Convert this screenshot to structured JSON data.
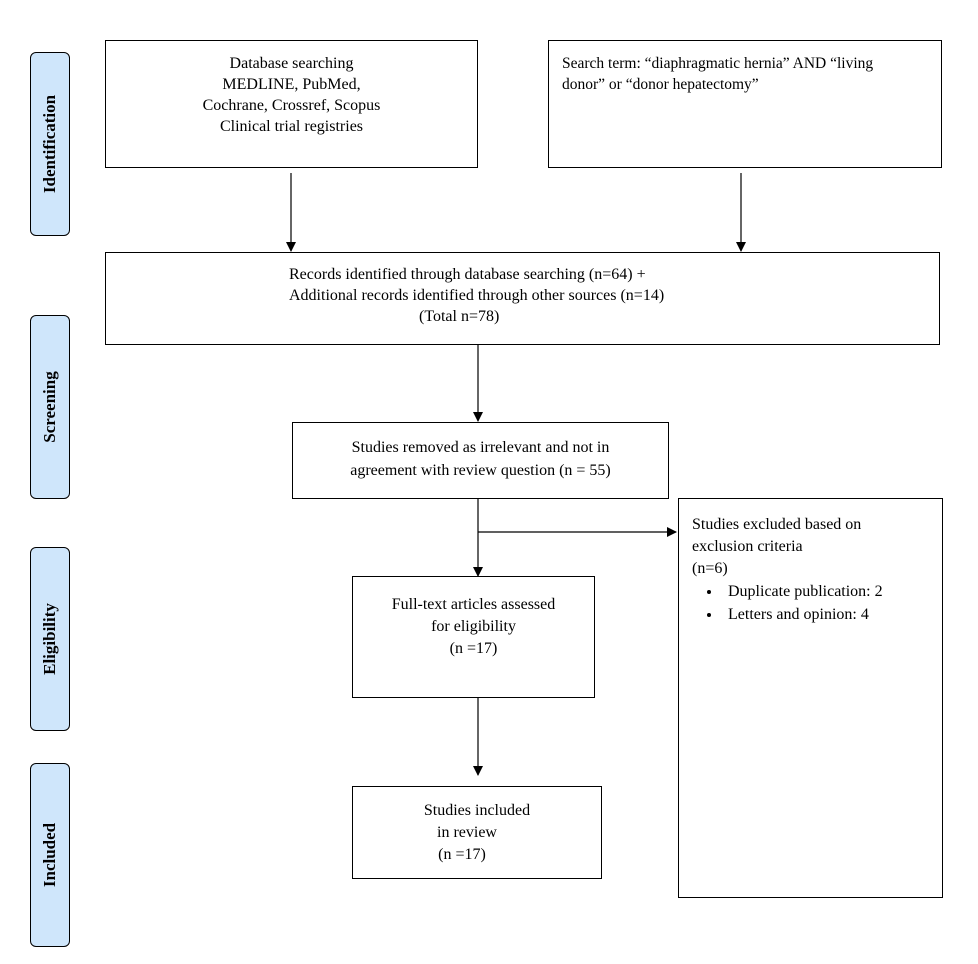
{
  "stages": [
    "Identification",
    "Screening",
    "Eligibility",
    "Included"
  ],
  "boxes": {
    "database": [
      "Database searching",
      "MEDLINE, PubMed,",
      "Cochrane, Crossref, Scopus",
      "Clinical trial registries"
    ],
    "search_term": [
      "Search term: “diaphragmatic hernia” AND “living",
      "donor” or “donor hepatectomy”"
    ],
    "records": [
      "Records identified through database searching (n=64) +",
      "Additional records identified through other sources (n=14)",
      "(Total n=78)"
    ],
    "removed": [
      "Studies removed as irrelevant and not in",
      "agreement with review question (n = 55)"
    ],
    "excluded_header": [
      "Studies excluded based on",
      "exclusion criteria",
      "(n=6)"
    ],
    "excluded_items": [
      "Duplicate publication: 2",
      "Letters and opinion: 4"
    ],
    "fulltext": [
      "Full-text articles assessed",
      "for eligibility",
      "(n =17)"
    ],
    "included": [
      "Studies included",
      "in review",
      "(n =17)"
    ]
  },
  "colors": {
    "stage_fill": "#cfe6fb",
    "line": "#000000"
  }
}
